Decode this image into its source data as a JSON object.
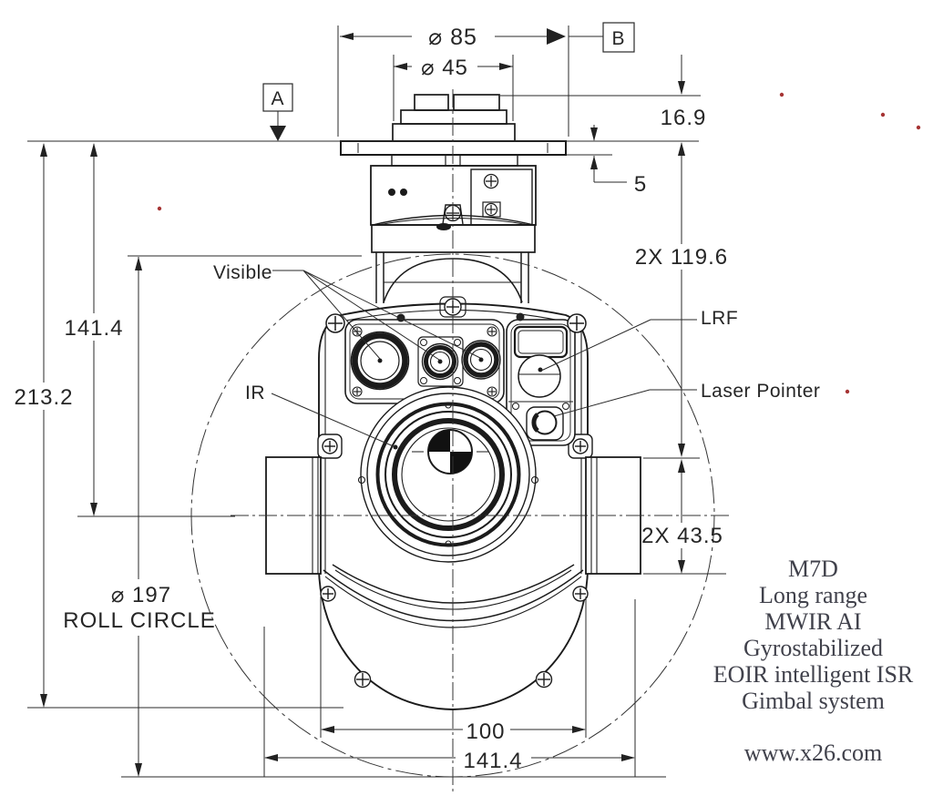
{
  "drawing": {
    "datums": {
      "a": "A",
      "b": "B"
    },
    "dims": {
      "dia85": "⌀ 85",
      "dia45": "⌀ 45",
      "h169": "16.9",
      "t5": "5",
      "h1196": "2X 119.6",
      "v1414": "141.4",
      "v2132": "213.2",
      "h435": "2X 43.5",
      "roll_dia": "⌀ 197",
      "roll_label": "ROLL CIRCLE",
      "w100": "100",
      "w1414": "141.4"
    },
    "callouts": {
      "visible": "Visible",
      "ir": "IR",
      "lrf": "LRF",
      "laser": "Laser Pointer"
    }
  },
  "info": {
    "lines": [
      "M7D",
      "Long range",
      "MWIR AI",
      "Gyrostabilized",
      "EOIR intelligent ISR",
      "Gimbal system"
    ],
    "website": "www.x26.com"
  },
  "colors": {
    "line": "#1b1b1b",
    "dim_line": "#2a2a2a",
    "info_text": "#40414b",
    "red_dot": "#a63434"
  }
}
